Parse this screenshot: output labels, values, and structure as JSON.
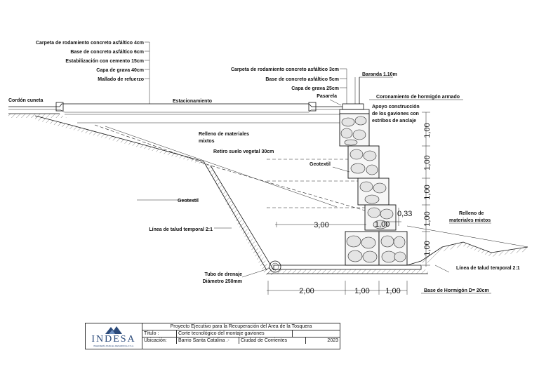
{
  "labels": {
    "layers_left": [
      "Carpeta de rodamiento concreto asfáltico 4cm",
      "Base de concreto asfáltico 6cm",
      "Estabilización con cemento 15cm",
      "Capa de grava 40cm",
      "Mallado de refuerzo"
    ],
    "layers_right": [
      "Carpeta de rodamiento concreto asfáltico 3cm",
      "Base de concreto asfáltico 5cm",
      "Capa de grava 25cm"
    ],
    "cordon_cuneta": "Cordón cuneta",
    "estacionamiento": "Estacionamiento",
    "baranda": "Baranda 1.10m",
    "pasarela": "Pasarela",
    "coronamiento": "Coronamiento de hormigón armado",
    "apoyo_lines": [
      "Apoyo construcción",
      "de los gaviones con",
      "estribos de anclaje"
    ],
    "relleno_left_lines": [
      "Relleno de materiales",
      "mixtos"
    ],
    "retiro": "Retiro suelo vegetal 30cm",
    "geotextil_upper": "Geotextil",
    "geotextil_lower": "Geotextil",
    "talud_left": "Línea de talud temporal 2:1",
    "talud_right": "Línea de talud temporal 2:1",
    "tubo_lines": [
      "Tubo de drenaje",
      "Diámetro 250mm"
    ],
    "relleno_right_lines": [
      "Relleno de",
      "materiales mixtos"
    ],
    "base_hormigon": "Base de Hormigón D= 20cm"
  },
  "dimensions": {
    "vertical": [
      "1,00",
      "1,00",
      "1,00",
      "1,00",
      "1,00"
    ],
    "d300": "3,00",
    "d033": "0,33",
    "d100_mid": "1,00",
    "bottom": [
      "2,00",
      "1,00",
      "1,00"
    ]
  },
  "title_block": {
    "logo_text": "INDESA",
    "logo_sub": "INGENIERÍA PARA EL DESARROLLO S.A.",
    "project": "Proyecto Ejecutivo para la Recuperación del Area de la Tosquera",
    "titulo_key": "Título :",
    "titulo_value": "Corte tecnológico del montaje gaviones",
    "ubicacion_key": "Ubicación:",
    "ubicacion_value": "Barrio Santa Catalina .-",
    "ciudad": "Ciudad de Corrientes",
    "year": "2023"
  },
  "colors": {
    "ink": "#111111",
    "logo_blue": "#2b4a7a"
  }
}
